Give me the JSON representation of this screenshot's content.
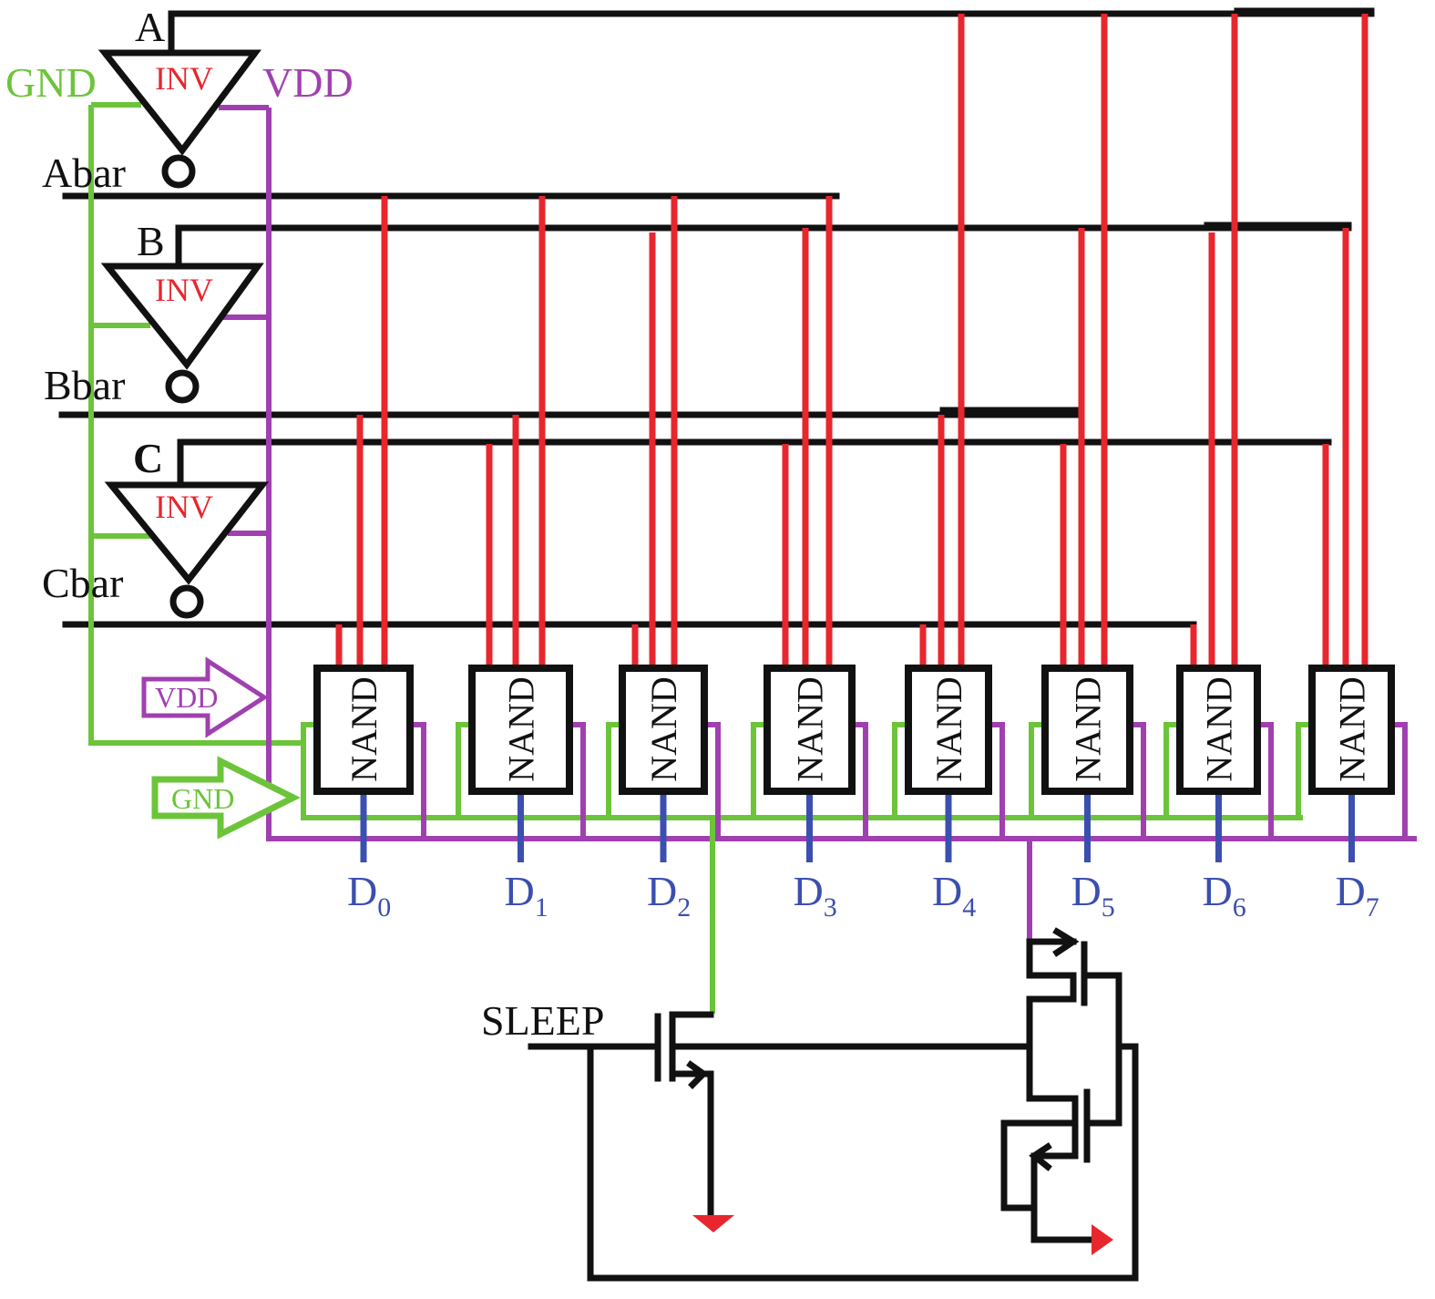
{
  "colors": {
    "wire": "#111111",
    "signal": "#e8262e",
    "gnd": "#6cc43a",
    "vdd": "#a040b0",
    "output": "#3b4fb0"
  },
  "inputs": {
    "a": "A",
    "b": "B",
    "c": "C",
    "abar": "Abar",
    "bbar": "Bbar",
    "cbar": "Cbar"
  },
  "inverter_label": "INV",
  "rails": {
    "gnd": "GND",
    "vdd": "VDD",
    "vdd_arrow": "VDD",
    "gnd_arrow": "GND"
  },
  "gate_label": "NAND",
  "outputs": [
    {
      "letter": "D",
      "sub": "0"
    },
    {
      "letter": "D",
      "sub": "1"
    },
    {
      "letter": "D",
      "sub": "2"
    },
    {
      "letter": "D",
      "sub": "3"
    },
    {
      "letter": "D",
      "sub": "4"
    },
    {
      "letter": "D",
      "sub": "5"
    },
    {
      "letter": "D",
      "sub": "6"
    },
    {
      "letter": "D",
      "sub": "7"
    }
  ],
  "sleep_label": "SLEEP"
}
